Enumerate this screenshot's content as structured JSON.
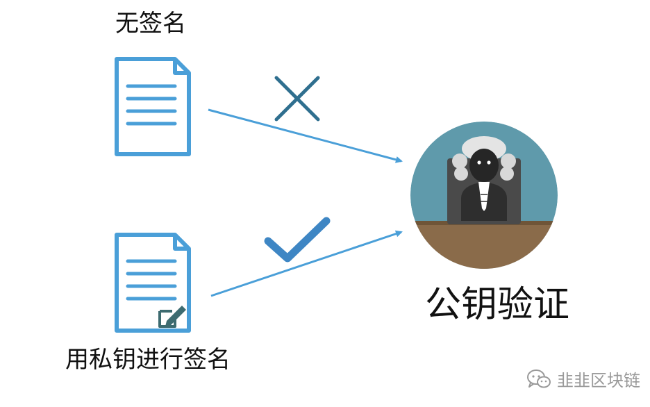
{
  "labels": {
    "unsigned": "无签名",
    "signed": "用私钥进行签名",
    "verify": "公钥验证"
  },
  "watermark": {
    "text": "韭韭区块链",
    "icon": "wechat-icon"
  },
  "colors": {
    "document": "#4a9fd8",
    "arrow": "#4a9fd8",
    "reject_mark": "#2f6f8f",
    "accept_mark": "#3e86c4",
    "judge_bg": "#5f9aab",
    "bench": "#8a6b4a"
  },
  "icons": [
    "document-icon",
    "signed-document-icon",
    "reject-x-icon",
    "accept-check-icon",
    "judge-icon",
    "pen-icon"
  ]
}
